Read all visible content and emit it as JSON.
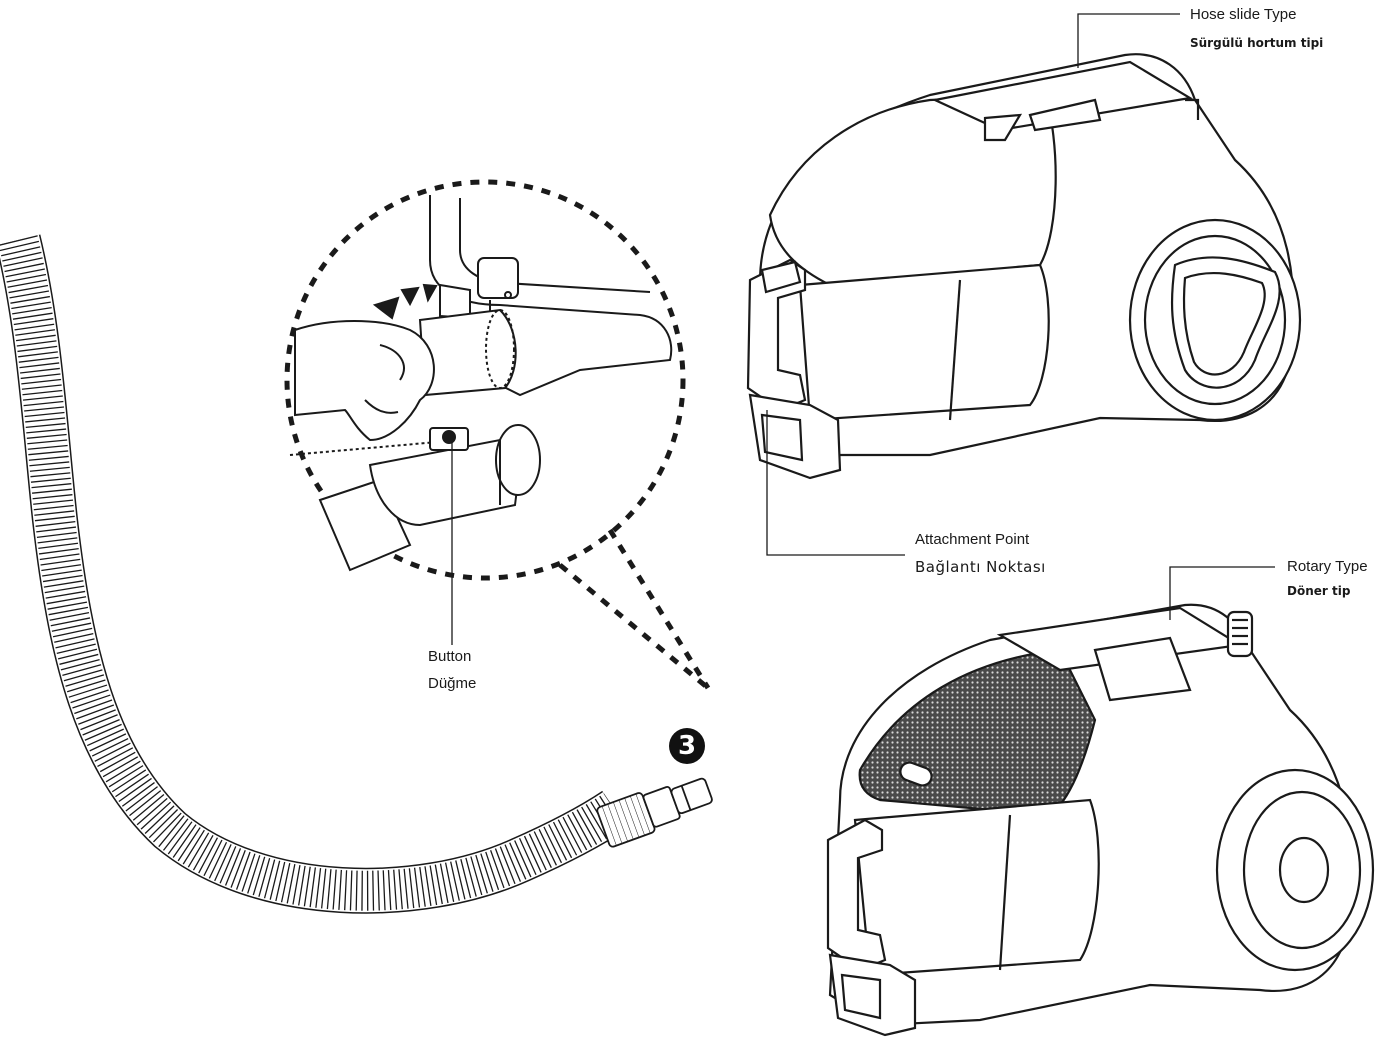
{
  "labels": {
    "hose_slide_en": "Hose slide Type",
    "hose_slide_tr": "Sürgülü hortum tipi",
    "attachment_en": "Attachment Point",
    "attachment_tr": "Bağlantı Noktası",
    "rotary_en": "Rotary Type",
    "rotary_tr": "Döner tip",
    "button_en": "Button",
    "button_tr": "Düğme"
  },
  "step_number": "3",
  "colors": {
    "line": "#1a1a1a",
    "grille": "#3a3a3a",
    "badge": "#111111"
  }
}
